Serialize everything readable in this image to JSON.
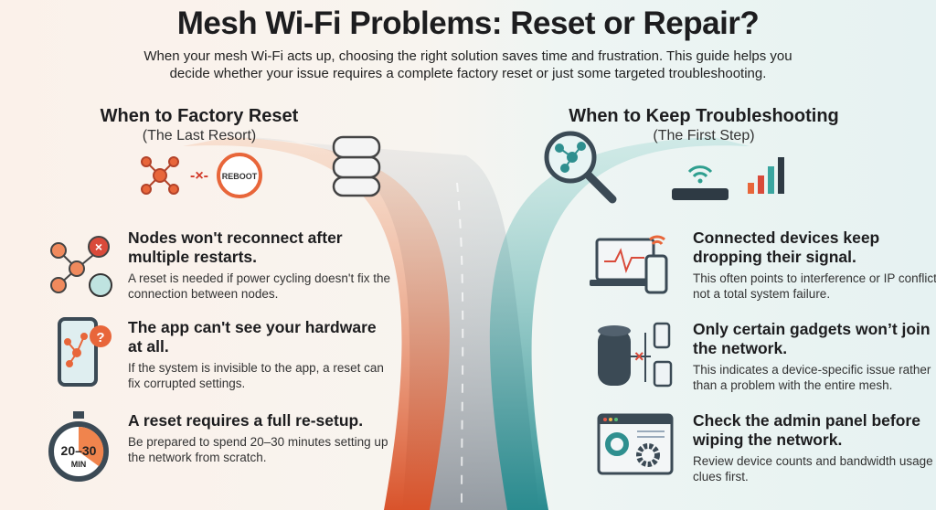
{
  "title": "Mesh Wi-Fi Problems: Reset or Repair?",
  "intro": "When your mesh Wi-Fi acts up, choosing the right solution saves time and frustration. This guide helps you decide whether your issue requires a complete factory reset or just some targeted troubleshooting.",
  "left": {
    "heading": "When to Factory Reset",
    "subheading": "(The Last Resort)",
    "reboot_label": "REBOOT",
    "items": [
      {
        "title": "Nodes won't reconnect after multiple restarts.",
        "desc": "A reset is needed if power cycling doesn't fix the connection between nodes.",
        "icon": "network-error-icon"
      },
      {
        "title": "The app can't see your hardware at all.",
        "desc": "If the system is invisible to the app, a reset can fix corrupted settings.",
        "icon": "phone-question-icon"
      },
      {
        "title": "A reset requires a full re-setup.",
        "desc": "Be prepared to spend 20–30 minutes setting up the network from scratch.",
        "icon": "stopwatch-icon",
        "timer_label": "20–30",
        "timer_unit": "MIN"
      }
    ]
  },
  "right": {
    "heading": "When to Keep Troubleshooting",
    "subheading": "(The First Step)",
    "items": [
      {
        "title": "Connected devices keep dropping their signal.",
        "desc": "This often points to interference or IP conflicts, not a total system failure.",
        "icon": "laptop-signal-icon"
      },
      {
        "title": "Only certain gadgets won’t join the network.",
        "desc": "This indicates a device-specific issue rather than a problem with the entire mesh.",
        "icon": "speaker-devices-icon"
      },
      {
        "title": "Check the admin panel before wiping the network.",
        "desc": "Review device counts and bandwidth usage for clues first.",
        "icon": "admin-panel-icon"
      }
    ]
  },
  "colors": {
    "reset": "#e8663a",
    "troubleshoot": "#3aa6a0",
    "text": "#1d1d1f"
  }
}
